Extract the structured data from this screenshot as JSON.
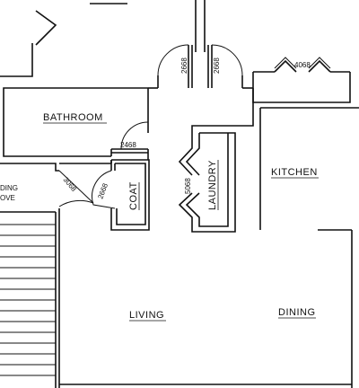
{
  "rooms": {
    "bathroom": "BATHROOM",
    "kitchen": "KITCHEN",
    "laundry": "LAUNDRY",
    "coat": "COAT",
    "living": "LIVING",
    "dining": "DINING",
    "partial_left_line1": "DING",
    "partial_left_line2": "OVE"
  },
  "door_sizes": {
    "top_left": "2668",
    "top_right": "2668",
    "kitchen_window": "4068",
    "bathroom": "2468",
    "hall": "3068",
    "coat": "2668",
    "laundry": "5068"
  }
}
